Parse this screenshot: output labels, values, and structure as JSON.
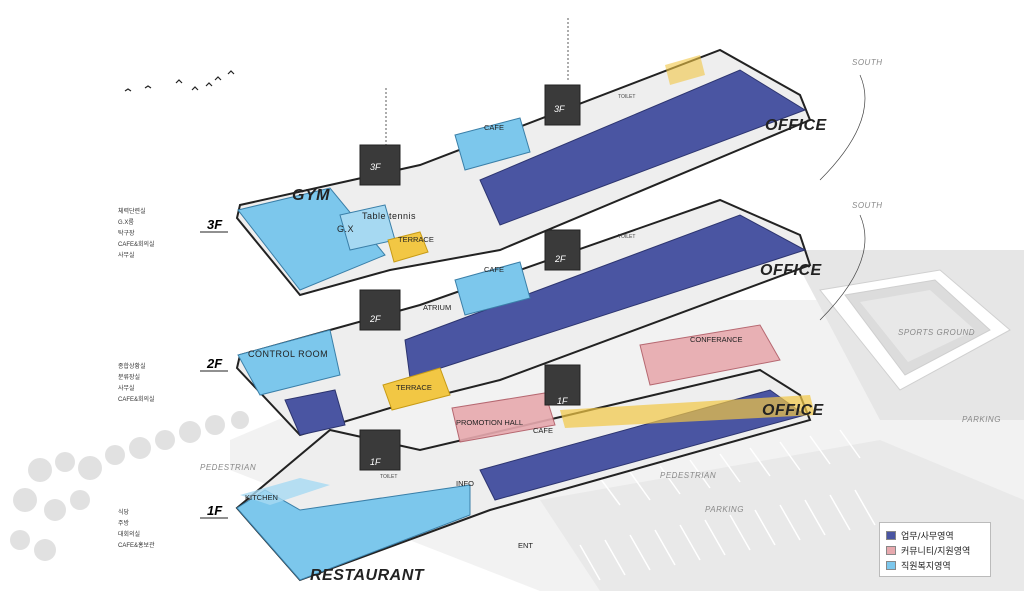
{
  "floors": {
    "f3": {
      "floor_label": "3F",
      "side_list": [
        "체력단련실",
        "G.X룸",
        "탁구장",
        "CAFE&회의실",
        "사무실"
      ],
      "rooms": {
        "gym": "GYM",
        "gx": "G.X",
        "table_tennis": "Table tennis",
        "terrace": "TERRACE",
        "cafe": "CAFE",
        "office": "OFFICE",
        "core": "3F",
        "core2": "3F",
        "toilet": "TOILET"
      },
      "direction": "SOUTH"
    },
    "f2": {
      "floor_label": "2F",
      "side_list": [
        "종합상황실",
        "분류장실",
        "사무실",
        "CAFE&회의실"
      ],
      "rooms": {
        "control_room": "CONTROL ROOM",
        "atrium": "ATRIUM",
        "terrace": "TERRACE",
        "cafe": "CAFE",
        "office": "OFFICE",
        "core": "2F",
        "core2": "2F",
        "toilet": "TOILET"
      },
      "direction": "SOUTH"
    },
    "f1": {
      "floor_label": "1F",
      "side_list": [
        "식당",
        "주방",
        "대회의실",
        "CAFE&홍보관"
      ],
      "rooms": {
        "kitchen": "KITCHEN",
        "restaurant": "RESTAURANT",
        "promotion_hall": "PROMOTION HALL",
        "cafe": "CAFE",
        "conference": "CONFERANCE",
        "office": "OFFICE",
        "info": "INFO",
        "ent": "ENT",
        "core": "1F",
        "core2": "1F",
        "toilet": "TOILET"
      }
    }
  },
  "site": {
    "pedestrian_1": "PEDESTRIAN",
    "pedestrian_2": "PEDESTRIAN",
    "parking_1": "PARKING",
    "parking_2": "PARKING",
    "sports_ground": "SPORTS GROUND"
  },
  "legend": [
    {
      "label": "업무/사무영역",
      "color": "#4a55a2"
    },
    {
      "label": "커뮤니티/지원영역",
      "color": "#e7a9ae"
    },
    {
      "label": "직원복지영역",
      "color": "#7cc7ec"
    }
  ],
  "colors": {
    "office": "#4a55a2",
    "community": "#e7a9ae",
    "welfare": "#7cc7ec",
    "terrace": "#f2c744",
    "core": "#3a3a3a"
  }
}
